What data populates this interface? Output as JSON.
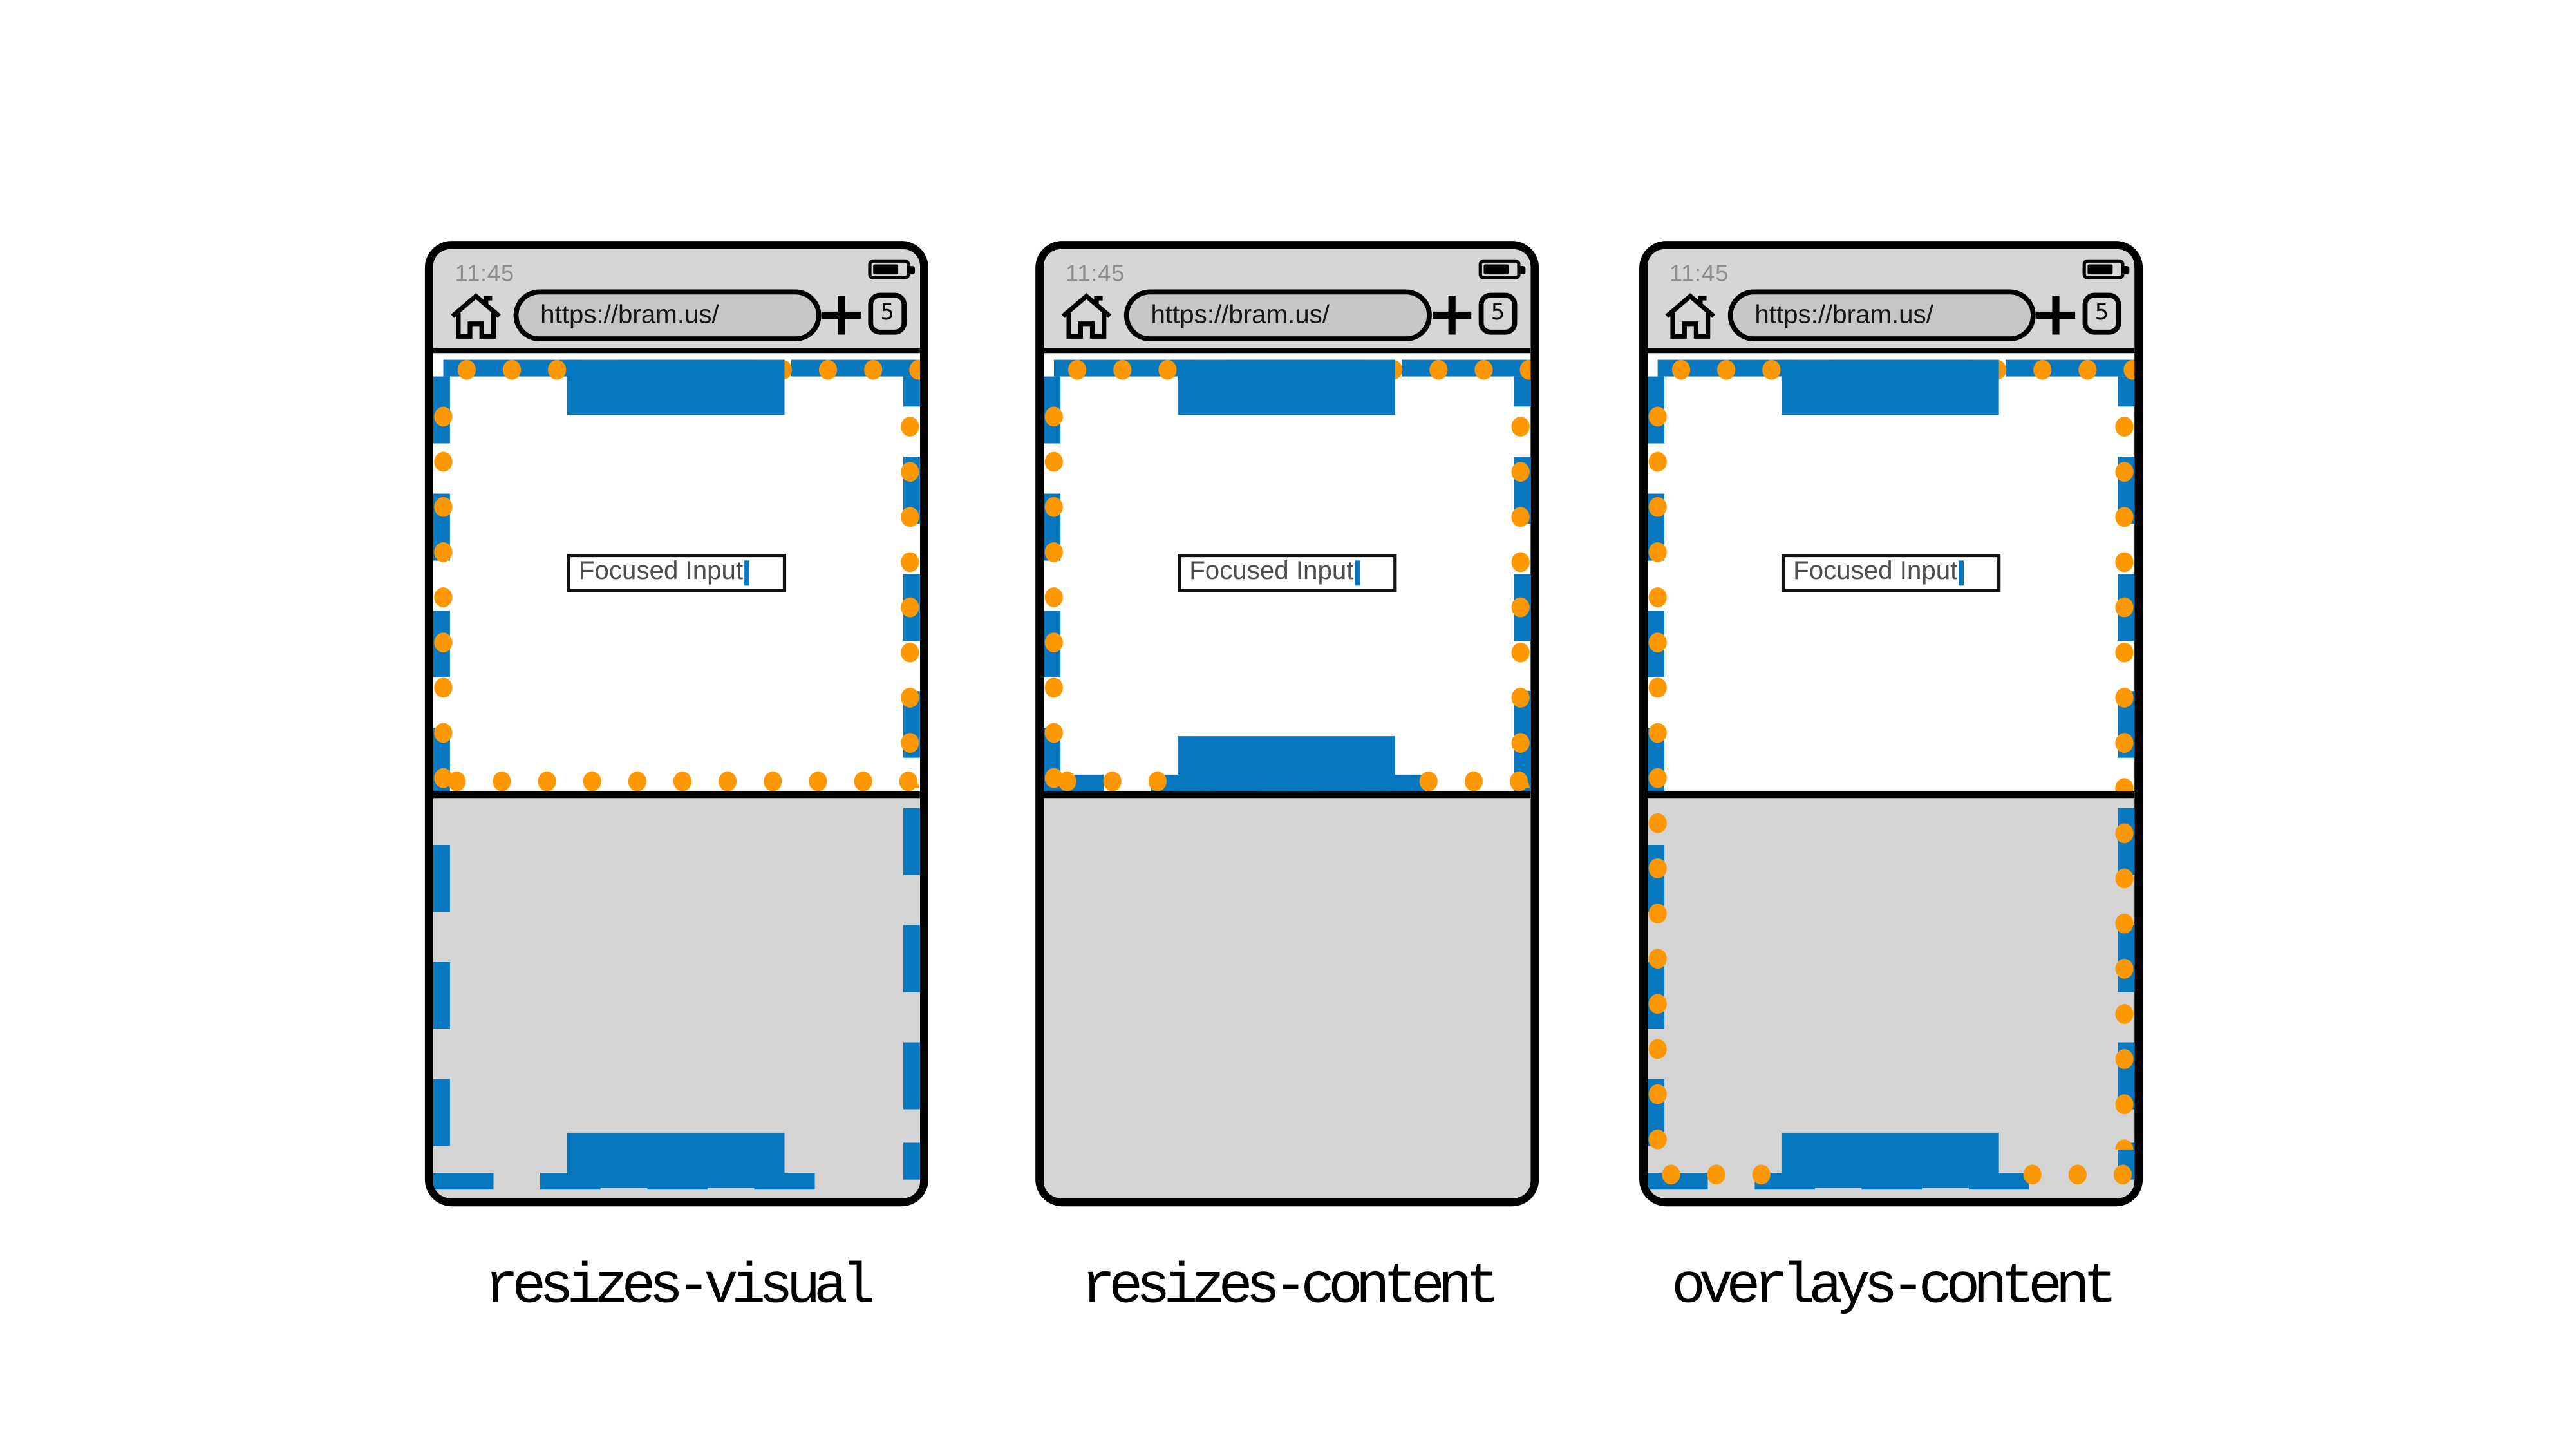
{
  "colors": {
    "blue": "#0777bf",
    "orange": "#fd9802",
    "chrome_gray": "#d6d6d6",
    "keyboard_gray": "#d4d4d4",
    "pill_gray": "#c6c6c6",
    "ink": "#000000",
    "time_gray": "#8e8e8e",
    "input_text": "#4d4d4d"
  },
  "chrome": {
    "time": "11:45",
    "url": "https://bram.us/",
    "new_tab_label": "+",
    "tab_count": "5"
  },
  "page_demo": {
    "input_value": "Focused Input"
  },
  "phones": [
    {
      "label": "resizes-visual"
    },
    {
      "label": "resizes-content"
    },
    {
      "label": "overlays-content"
    }
  ]
}
